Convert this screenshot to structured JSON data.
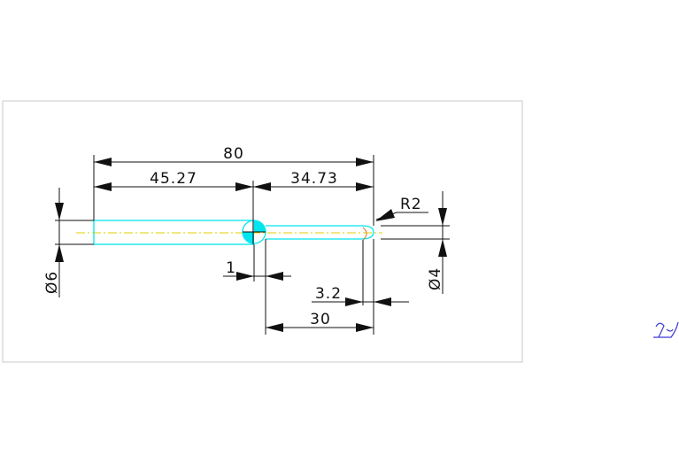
{
  "drawing": {
    "overall_length": "80",
    "left_length": "45.27",
    "right_length": "34.73",
    "radius": "R2",
    "large_diameter": "Ø6",
    "small_diameter": "Ø4",
    "gap": "1",
    "tip_length": "3.2",
    "neck_length": "30"
  },
  "colors": {
    "part_outline": "#00e5ee",
    "centerline": "#e0d000",
    "dimension": "#111111",
    "frame": "#c8c8c8",
    "ucs_icon": "#3a3ad6"
  },
  "icons": {
    "ucs": "ucs-icon"
  }
}
